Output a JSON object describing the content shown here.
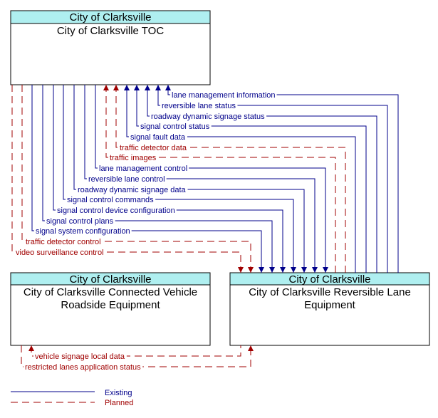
{
  "colors": {
    "existing": "#00008B",
    "planned": "#A00000",
    "header_fill": "#AFEFF0",
    "border": "#000000"
  },
  "entities": {
    "toc": {
      "owner": "City of Clarksville",
      "name": [
        "City of Clarksville TOC"
      ]
    },
    "cv": {
      "owner": "City of Clarksville",
      "name": [
        "City of Clarksville Connected Vehicle",
        "Roadside Equipment"
      ]
    },
    "rl": {
      "owner": "City of Clarksville",
      "name": [
        "City of Clarksville Reversible Lane",
        "Equipment"
      ]
    }
  },
  "flows": [
    {
      "id": "f1",
      "label": "lane management information",
      "status": "existing",
      "direction": "to_toc"
    },
    {
      "id": "f2",
      "label": "reversible lane status",
      "status": "existing",
      "direction": "to_toc"
    },
    {
      "id": "f3",
      "label": "roadway dynamic signage status",
      "status": "existing",
      "direction": "to_toc"
    },
    {
      "id": "f4",
      "label": "signal control status",
      "status": "existing",
      "direction": "to_toc"
    },
    {
      "id": "f5",
      "label": "signal fault data",
      "status": "existing",
      "direction": "to_toc"
    },
    {
      "id": "f6",
      "label": "traffic detector data",
      "status": "planned",
      "direction": "to_toc"
    },
    {
      "id": "f7",
      "label": "traffic images",
      "status": "planned",
      "direction": "to_toc"
    },
    {
      "id": "f8",
      "label": "lane management control",
      "status": "existing",
      "direction": "to_rl"
    },
    {
      "id": "f9",
      "label": "reversible lane control",
      "status": "existing",
      "direction": "to_rl"
    },
    {
      "id": "f10",
      "label": "roadway dynamic signage data",
      "status": "existing",
      "direction": "to_rl"
    },
    {
      "id": "f11",
      "label": "signal control commands",
      "status": "existing",
      "direction": "to_rl"
    },
    {
      "id": "f12",
      "label": "signal control device configuration",
      "status": "existing",
      "direction": "to_rl"
    },
    {
      "id": "f13",
      "label": "signal control plans",
      "status": "existing",
      "direction": "to_rl"
    },
    {
      "id": "f14",
      "label": "signal system configuration",
      "status": "existing",
      "direction": "to_rl"
    },
    {
      "id": "f15",
      "label": "traffic detector control",
      "status": "planned",
      "direction": "to_rl"
    },
    {
      "id": "f16",
      "label": "video surveillance control",
      "status": "planned",
      "direction": "to_rl"
    },
    {
      "id": "f17",
      "label": "vehicle signage local data",
      "status": "planned",
      "direction": "rl_to_cv"
    },
    {
      "id": "f18",
      "label": "restricted lanes application status",
      "status": "planned",
      "direction": "cv_to_rl"
    }
  ],
  "legend": {
    "existing": "Existing",
    "planned": "Planned"
  }
}
